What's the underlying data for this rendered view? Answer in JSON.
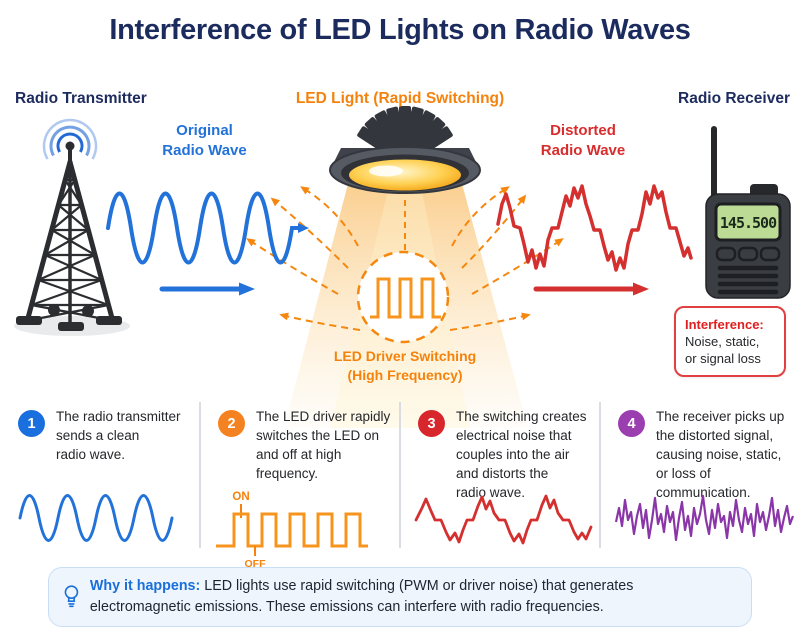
{
  "title": "Interference of LED Lights on Radio Waves",
  "palette": {
    "navy": "#1d2b5f",
    "blue": "#2272d9",
    "orange": "#f5820d",
    "red": "#d92c2c",
    "purple": "#9b3fb0",
    "lcd_green": "#bcdc96"
  },
  "diagram": {
    "transmitter_header": "Radio Transmitter",
    "led_header": "LED Light (Rapid Switching)",
    "receiver_header": "Radio Receiver",
    "original_wave_label": "Original\nRadio Wave",
    "distorted_wave_label": "Distorted\nRadio Wave",
    "driver_label": "LED Driver Switching\n(High Frequency)",
    "receiver_display": "145.500",
    "interference_title": "Interference:",
    "interference_text": "Noise, static,\nor signal loss"
  },
  "steps": [
    {
      "number": "1",
      "color": "#1a6fdf",
      "text": "The radio transmitter\nsends a clean\nradio wave."
    },
    {
      "number": "2",
      "color": "#f58220",
      "text": "The LED driver rapidly\nswitches the LED on\nand off at high\nfrequency.",
      "on_label": "ON",
      "off_label": "OFF"
    },
    {
      "number": "3",
      "color": "#d7262c",
      "text": "The switching creates\nelectrical noise that\ncouples into the air\nand distorts the\nradio wave."
    },
    {
      "number": "4",
      "color": "#9b3fb0",
      "text": "The receiver picks up\nthe distorted signal,\ncausing noise, static,\nor loss of\ncommunication."
    }
  ],
  "footer": {
    "prefix": "Why it happens:",
    "text": "LED lights use rapid switching (PWM or driver noise) that generates electromagnetic emissions. These emissions can interfere with radio frequencies."
  }
}
